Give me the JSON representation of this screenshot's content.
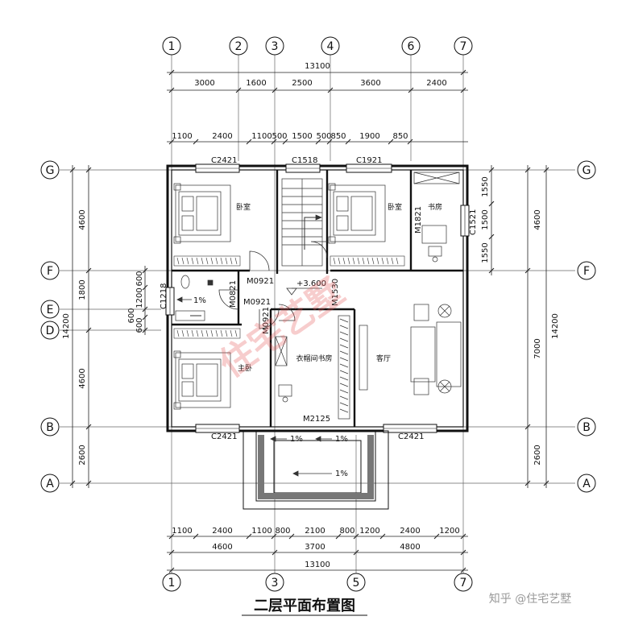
{
  "title": "二层平面布置图",
  "watermark": "住宅艺墅",
  "credit": "知乎 @住宅艺墅",
  "level": "+3.600",
  "axes": {
    "top": [
      "1",
      "2",
      "3",
      "4",
      "6",
      "7"
    ],
    "bottom": [
      "1",
      "3",
      "5",
      "7"
    ],
    "left": [
      "G",
      "F",
      "E",
      "D",
      "B",
      "A"
    ],
    "right": [
      "G",
      "F",
      "B",
      "A"
    ]
  },
  "dims": {
    "top_total": "13100",
    "top_row1": [
      "3000",
      "1600",
      "2500",
      "3600",
      "2400"
    ],
    "top_row2": [
      "1100",
      "2400",
      "1100",
      "500",
      "1500",
      "500",
      "850",
      "1900",
      "850"
    ],
    "bottom_row1": [
      "1100",
      "2400",
      "1100",
      "800",
      "2100",
      "800",
      "1200",
      "2400",
      "1200"
    ],
    "bottom_row2": [
      "4600",
      "3700",
      "4800"
    ],
    "bottom_total": "13100",
    "left_outer": [
      "4600",
      "1800",
      "4600",
      "2600"
    ],
    "left_inner": [
      "600",
      "1200",
      "600",
      "600"
    ],
    "left_total": "14200",
    "right_outer": [
      "4600",
      "7000",
      "2600"
    ],
    "right_inner": [
      "1550",
      "1500",
      "1550"
    ],
    "right_total": "14200"
  },
  "rooms": {
    "bed1": "卧室",
    "bed2": "卧室",
    "study": "书房",
    "master": "主卧",
    "closet": "衣帽间书房",
    "living": "客厅"
  },
  "tags": {
    "C2421_top": "C2421",
    "C1518": "C1518",
    "C1921": "C1921",
    "C1521": "C1521",
    "M1821": "M1821",
    "M0921_a": "M0921",
    "M0921_b": "M0921",
    "M0921_c": "M0921",
    "M0821": "M0821",
    "M1530": "M1530",
    "C1218": "C1218",
    "M2125": "M2125",
    "C2421_bl": "C2421",
    "C2421_br": "C2421",
    "slope1": "1%",
    "slope2": "1%",
    "slope3": "1%",
    "slope4": "1%"
  }
}
